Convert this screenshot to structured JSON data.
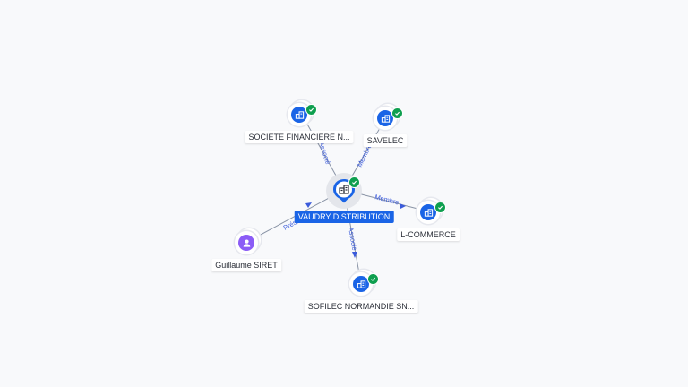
{
  "graph": {
    "center": {
      "label": "VAUDRY DISTRIBUTION",
      "icon": "building-icon",
      "verified": true
    },
    "nodes": [
      {
        "label": "SOCIETE FINANCIERE N...",
        "icon": "building-icon",
        "verified": true,
        "relation": "Associé"
      },
      {
        "label": "SAVELEC",
        "icon": "building-icon",
        "verified": true,
        "relation": "Membre"
      },
      {
        "label": "L-COMMERCE",
        "icon": "building-icon",
        "verified": true,
        "relation": "Membre"
      },
      {
        "label": "SOFILEC NORMANDIE SN...",
        "icon": "building-icon",
        "verified": true,
        "relation": "Associé"
      },
      {
        "label": "Guillaume SIRET",
        "icon": "person-icon",
        "verified": false,
        "relation": "Président"
      }
    ]
  },
  "colors": {
    "company": "#1a64e6",
    "person": "#8b5cf6",
    "verified": "#0e9f4f",
    "edge_label": "#3b5bdb"
  }
}
